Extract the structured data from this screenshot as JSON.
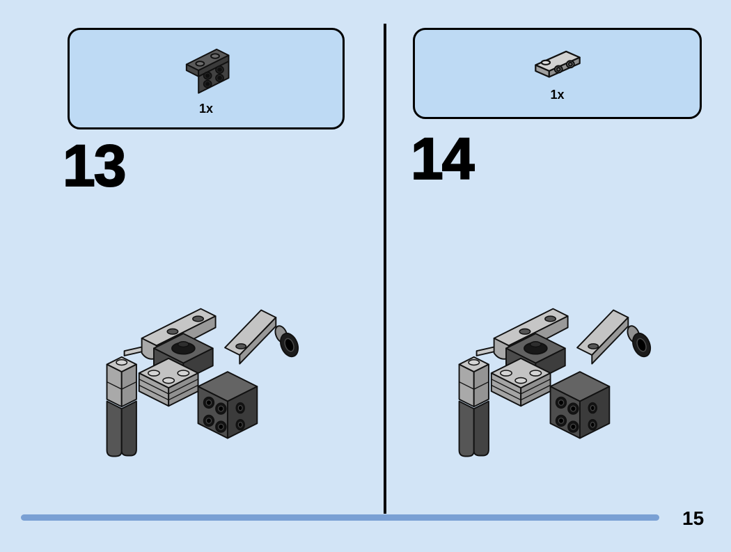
{
  "page": {
    "number": "15",
    "background_color": "#d2e4f6",
    "callout_fill_color": "#bedaf4",
    "progress_bar_color": "#7aa0d4",
    "divider_color": "#000000"
  },
  "steps": [
    {
      "number": "13",
      "parts": [
        {
          "count": "1x",
          "piece": "dark-gray-angle-bracket",
          "icon": "lego-part-dark-bracket-icon"
        }
      ]
    },
    {
      "number": "14",
      "parts": [
        {
          "count": "1x",
          "piece": "light-gray-bracket",
          "icon": "lego-part-light-bracket-icon"
        }
      ]
    }
  ]
}
